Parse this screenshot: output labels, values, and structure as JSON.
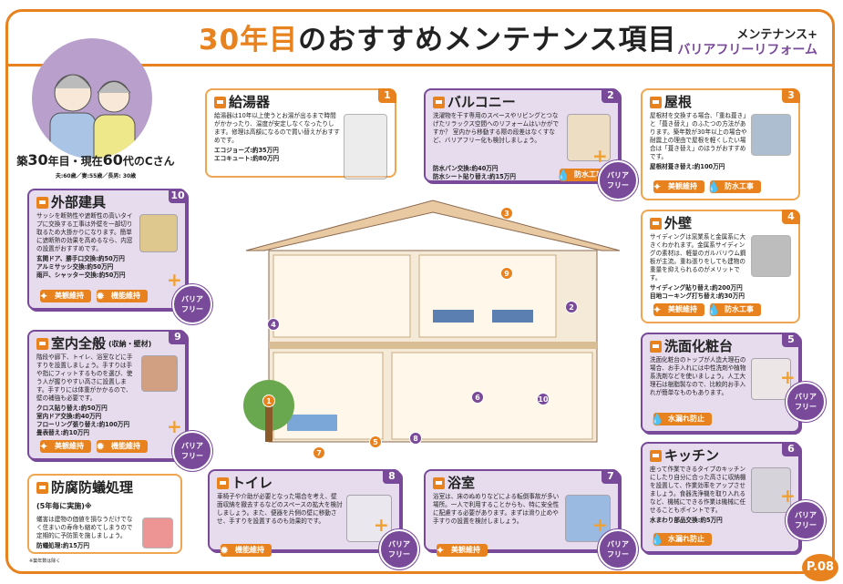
{
  "header": {
    "title_highlight": "30年目",
    "title_rest": "のおすすめメンテナンス項目",
    "subtitle_line1": "メンテナンス+",
    "subtitle_line2": "バリアフリーリフォーム"
  },
  "family": {
    "caption_pre": "築",
    "caption_years": "30",
    "caption_mid": "年目・現在",
    "caption_age": "60",
    "caption_post": "代のCさん",
    "members": "夫:60歳／妻:55歳／長男: 30歳"
  },
  "barrier_free_label": [
    "バリア",
    "フリー"
  ],
  "tag_labels": {
    "beauty": "美観維持",
    "waterproof": "防水工事",
    "function": "機能維持",
    "leak": "水漏れ防止"
  },
  "panels": [
    {
      "id": "water-heater",
      "num": "1",
      "title": "給湯器",
      "body": "給湯器は10年以上使うとお湯が出るまで時間がかかったり、温度が安定しなくなったりします。修理は高額になるので買い替えがおすすめです。",
      "prices": [
        "エコジョーズ:約35万円",
        "エコキュート:約80万円"
      ],
      "tags": [],
      "barrier_free": false
    },
    {
      "id": "balcony",
      "num": "2",
      "title": "バルコニー",
      "body": "洗濯物を干す専用のスペースやリビングとつなげたリラックス空間へのリフォームはいかがですか？ 室内から移動する際の段差はなくすなど、バリアフリー化も検討しましょう。",
      "prices": [
        "防水パン交換:約40万円",
        "防水シート貼り替え:約15万円"
      ],
      "tags": [
        "防水工事"
      ],
      "barrier_free": true
    },
    {
      "id": "roof",
      "num": "3",
      "title": "屋根",
      "body": "屋根材を交換する場合、「重ね葺き」と「葺き替え」のふたつの方法があります。築年数が30年以上の場合や耐震上の理由で屋根を軽くしたい場合は「葺き替え」のほうがおすすめです。",
      "prices": [
        "屋根材葺き替え:約100万円"
      ],
      "tags": [
        "美観維持",
        "防水工事"
      ],
      "barrier_free": false
    },
    {
      "id": "exterior-wall",
      "num": "4",
      "title": "外壁",
      "body": "サイディングは窯業系と金属系に大きくわかれます。金属系サイディングの素材は、軽量のガルバリウム鋼板が主流。重ね張りをしても建物の重量を抑えられるのがメリットです。",
      "prices": [
        "サイディング貼り替え:約200万円",
        "目地コーキング打ち替え:約30万円"
      ],
      "tags": [
        "美観維持",
        "防水工事"
      ],
      "barrier_free": false
    },
    {
      "id": "vanity",
      "num": "5",
      "title": "洗面化粧台",
      "body": "洗面化粧台のトップが人造大理石の場合、お手入れには中性洗剤や植物系洗剤などを使いましょう。人工大理石は樹脂製なので、比較的お手入れが簡単なものもあります。",
      "prices": [],
      "tags": [
        "水漏れ防止"
      ],
      "barrier_free": true
    },
    {
      "id": "kitchen",
      "num": "6",
      "title": "キッチン",
      "body": "座って作業できるタイプのキッチンにしたり自分に合った高さに収納棚を設置して、作業効率をアップさせましょう。食器洗浄機を取り入れるなど、機械にできる作業は機械に任せることもポイントです。",
      "prices": [
        "水まわり部品交換:約5万円"
      ],
      "tags": [
        "水漏れ防止"
      ],
      "barrier_free": true
    },
    {
      "id": "bathroom",
      "num": "7",
      "title": "浴室",
      "body": "浴室は、床のぬめりなどによる転倒事故が多い場所。一人で利用することからも、特に安全性に配慮する必要があります。まずは滑り止めや手すりの設置を検討しましょう。",
      "prices": [],
      "tags": [
        "美観維持"
      ],
      "barrier_free": true
    },
    {
      "id": "toilet",
      "num": "8",
      "title": "トイレ",
      "body": "車椅子や介助が必要となった場合を考え、壁面収納を撤去するなどのスペースの拡大を検討しましょう。また、便器を片側の壁に移動させ、手すりを設置するのも効果的です。",
      "prices": [],
      "tags": [
        "機能維持"
      ],
      "barrier_free": true
    },
    {
      "id": "interior",
      "num": "9",
      "title": "室内全般",
      "title_sub": "(収納・壁材)",
      "body": "階段や廊下、トイレ、浴室などに手すりを設置しましょう。手すりは手や指にフィットするものを選び、使う人が握りやすい高さに設置します。手すりには体重がかかるので、壁の補強も必要です。",
      "prices": [
        "クロス貼り替え:約50万円",
        "室内ドア交換:約40万円",
        "フローリング張り替え:約100万円",
        "畳表替え:約10万円"
      ],
      "tags": [
        "美観維持",
        "機能維持"
      ],
      "barrier_free": true
    },
    {
      "id": "exterior-fittings",
      "num": "10",
      "title": "外部建具",
      "body": "サッシを断熱性や遮断性の高いタイプに交換する工事は外壁を一部切り取るため大掛かりになります。簡単に遮断熱の効果を高めるなら、内窓の設置がおすすめです。",
      "prices": [
        "玄関ドア、勝手口交換:約50万円",
        "アルミサッシ交換:約50万円",
        "雨戸、シャッター交換:約50万円"
      ],
      "tags": [
        "美観維持",
        "機能維持"
      ],
      "barrier_free": true
    },
    {
      "id": "termite",
      "num": "",
      "title": "防腐防蟻処理",
      "title_sub": "(5年毎に実施)※",
      "body": "蟻害は建物の価値を損なうだけでなく住まいの寿命も縮めてしまうので定期的に予防策を施しましょう。",
      "prices": [
        "防蟻処理:約15万円"
      ],
      "tags": [],
      "barrier_free": false
    }
  ],
  "footnote": "※築年数は除く",
  "house_markers": [
    "1",
    "2",
    "3",
    "4",
    "5",
    "6",
    "7",
    "8",
    "9",
    "10"
  ],
  "page_number": "P.08",
  "colors": {
    "orange": "#e8821e",
    "purple": "#7a4a9a",
    "lavender": "#e6dcee"
  }
}
